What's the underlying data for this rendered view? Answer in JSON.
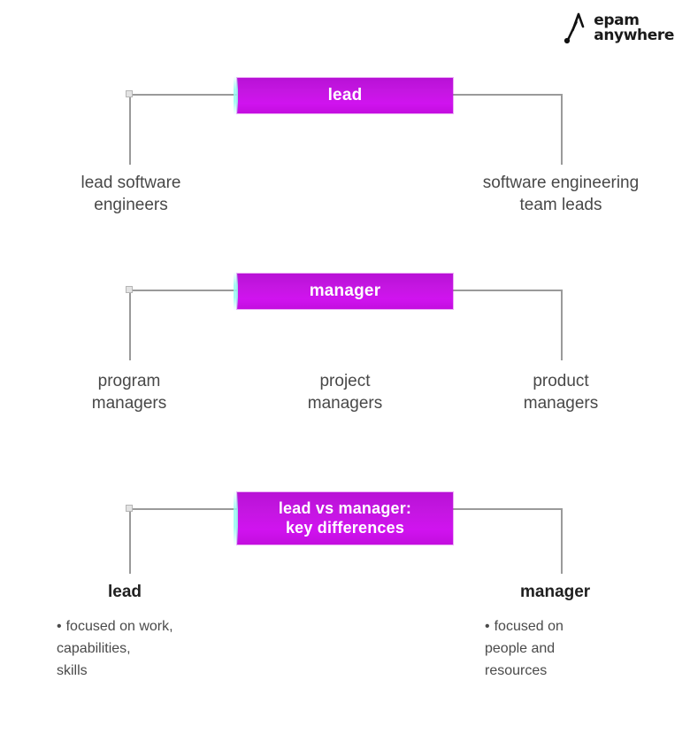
{
  "logo": {
    "name": "epam-anywhere-logo",
    "line1": "epam",
    "line2": "anywhere"
  },
  "theme": {
    "box_magenta": "#c516e2",
    "box_magenta_dark": "#b811d6",
    "connector_gray": "#9a9a9a",
    "label_gray": "#484848",
    "heading_black": "#1f1f1f",
    "accent_teal": "#96faf0"
  },
  "blocks": [
    {
      "id": "lead-block",
      "box_label": "lead",
      "leaves": [
        {
          "id": "lead-software-engineers",
          "line1": "lead software",
          "line2": "engineers"
        },
        {
          "id": "software-engineering-team-leads",
          "line1": "software engineering",
          "line2": "team leads"
        }
      ]
    },
    {
      "id": "manager-block",
      "box_label": "manager",
      "leaves": [
        {
          "id": "program-managers",
          "line1": "program",
          "line2": "managers"
        },
        {
          "id": "project-managers",
          "line1": "project",
          "line2": "managers"
        },
        {
          "id": "product-managers",
          "line1": "product",
          "line2": "managers"
        }
      ]
    },
    {
      "id": "comparison-block",
      "box_label_line1": "lead vs manager:",
      "box_label_line2": "key differences",
      "columns": [
        {
          "id": "lead-column",
          "heading": "lead",
          "bullet": "focused on work,",
          "line2": "capabilities,",
          "line3": "skills"
        },
        {
          "id": "manager-column",
          "heading": "manager",
          "bullet": "focused on",
          "line2": "people and",
          "line3": "resources"
        }
      ]
    }
  ]
}
